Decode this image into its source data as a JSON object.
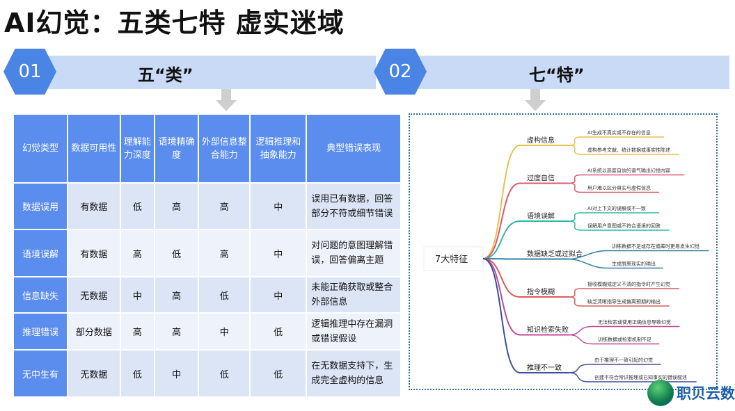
{
  "title": "AI幻觉：五类七特 虚实迷域",
  "sections": [
    {
      "num": "01",
      "label": "五“类”"
    },
    {
      "num": "02",
      "label": "七“特”"
    }
  ],
  "table": {
    "headers": [
      "幻觉类型",
      "数据可用性",
      "理解能力深度",
      "语境精确度",
      "外部信息整合能力",
      "逻辑推理和抽象能力",
      "典型错误表现"
    ],
    "rows": [
      [
        "数据误用",
        "有数据",
        "低",
        "高",
        "高",
        "中",
        "误用已有数据，回答部分不符或细节错误"
      ],
      [
        "语境误解",
        "有数据",
        "高",
        "低",
        "高",
        "中",
        "对问题的意图理解错误，回答偏离主题"
      ],
      [
        "信息缺失",
        "无数据",
        "中",
        "高",
        "低",
        "中",
        "未能正确获取或整合外部信息"
      ],
      [
        "推理错误",
        "部分数据",
        "高",
        "高",
        "中",
        "低",
        "逻辑推理中存在漏洞或错误假设"
      ],
      [
        "无中生有",
        "无数据",
        "低",
        "中",
        "低",
        "低",
        "在无数据支持下，生成完全虚构的信息"
      ]
    ]
  },
  "mindmap": {
    "root": "7大特征",
    "branches": [
      {
        "label": "虚构信息",
        "color": "#e6c24c",
        "leaves": [
          "AI生成不真实或不存在的信息",
          "虚构参考文献、统计数据或事实性陈述"
        ]
      },
      {
        "label": "过度自信",
        "color": "#d9596e",
        "leaves": [
          "AI系统以高度自信的语气输出幻觉内容",
          "用户难以区分真实与虚假信息"
        ]
      },
      {
        "label": "语境误解",
        "color": "#2bb5a8",
        "leaves": [
          "AI对上下文的误解或不一致",
          "误解用户意图或不符合语境的回答"
        ]
      },
      {
        "label": "数据缺乏或过拟合",
        "color": "#2a7fa0",
        "leaves": [
          "训练数据不足或存在偏差时更易发生幻觉",
          "生成脱离现实的输出"
        ]
      },
      {
        "label": "指令模糊",
        "color": "#d95a5a",
        "leaves": [
          "接收模糊或定义不清的指令时产生幻觉",
          "缺乏清晰指导生成偏离预期的输出"
        ]
      },
      {
        "label": "知识检索失败",
        "color": "#c24a9a",
        "leaves": [
          "无法检索或使用正确信息导致幻觉",
          "训练数据或检索机制不足"
        ]
      },
      {
        "label": "推理不一致",
        "color": "#3b4f9a",
        "leaves": [
          "由于推理不一致引起的幻觉",
          "创建不符合常识推理或已知事实的错误叙述"
        ]
      }
    ]
  },
  "logo": "职贝云数"
}
